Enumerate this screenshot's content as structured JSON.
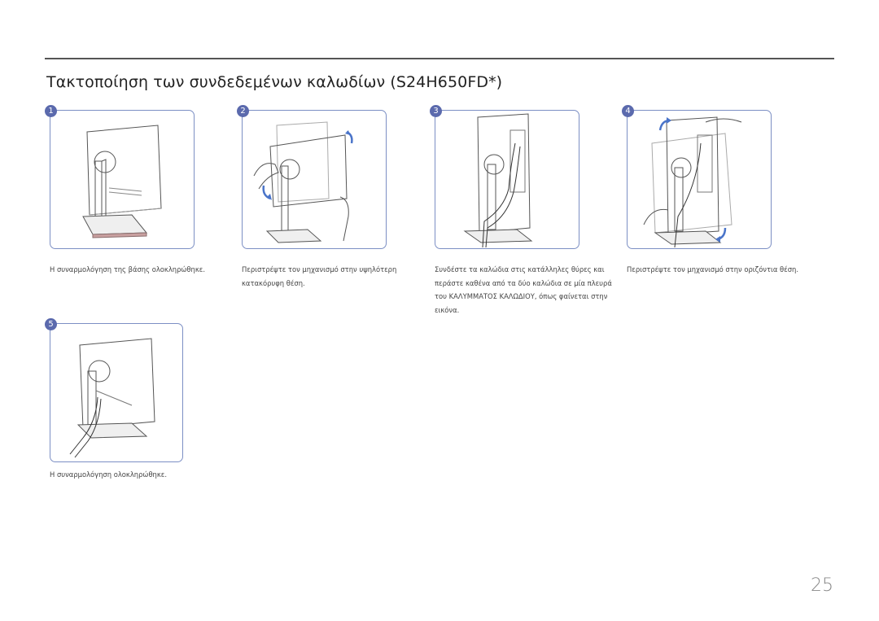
{
  "title": "Τακτοποίηση των συνδεδεμένων καλωδίων (S24H650FD*)",
  "steps": [
    {
      "number": "1",
      "caption": "Η συναρμολόγηση της βάσης ολοκληρώθηκε."
    },
    {
      "number": "2",
      "caption": "Περιστρέψτε τον μηχανισμό στην υψηλότερη κατακόρυφη θέση."
    },
    {
      "number": "3",
      "caption": "Συνδέστε τα καλώδια στις κατάλληλες θύρες και περάστε καθένα από τα δύο καλώδια σε μία πλευρά του ΚΑΛΥΜΜΑΤΟΣ ΚΑΛΩΔΙΟΥ, όπως φαίνεται στην εικόνα."
    },
    {
      "number": "4",
      "caption": "Περιστρέψτε τον μηχανισμό στην οριζόντια θέση."
    },
    {
      "number": "5",
      "caption": "Η συναρμολόγηση ολοκληρώθηκε."
    }
  ],
  "page_number": "25",
  "colors": {
    "accent": "#5b6aad",
    "panel_border": "#7c8fc4",
    "rule": "#555555"
  }
}
